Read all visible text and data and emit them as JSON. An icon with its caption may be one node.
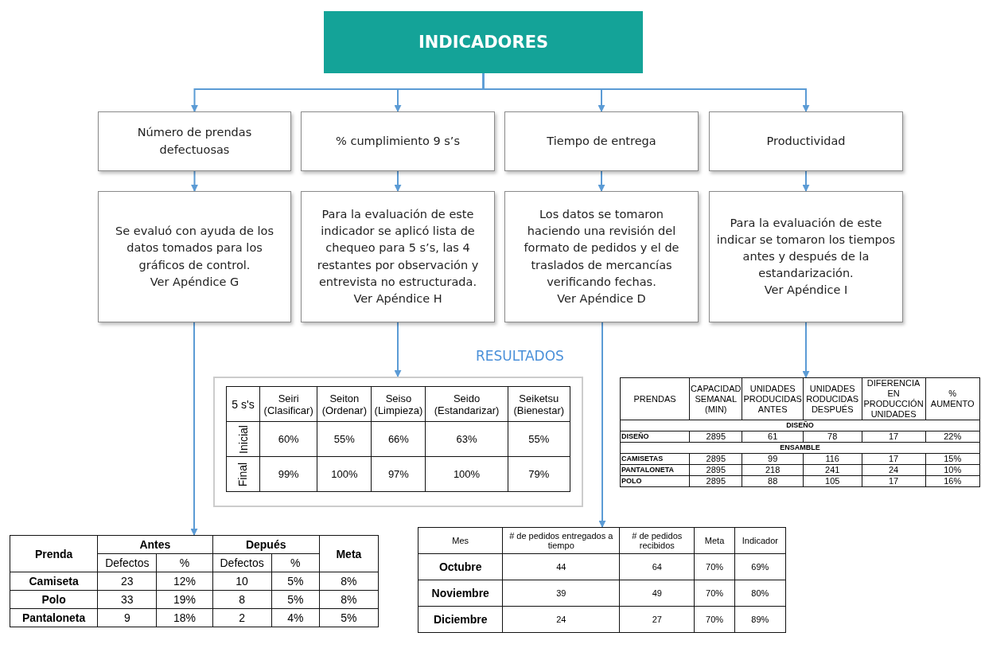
{
  "diagram": {
    "nodes": [
      {
        "text": [
          "INDICADORES"
        ]
      },
      {
        "text": [
          "Número de prendas defectuosas"
        ]
      },
      {
        "text": [
          "% cumplimiento 9 s’s"
        ]
      },
      {
        "text": [
          "Tiempo de entrega"
        ]
      },
      {
        "text": [
          "Productividad"
        ]
      },
      {
        "text": [
          "Se evaluó con ayuda de los datos tomados para los gráficos de control.",
          "Ver Apéndice G"
        ]
      },
      {
        "text": [
          "Para la evaluación de este indicador se aplicó lista de chequeo para 5 s’s, las 4 restantes por observación y entrevista no estructurada.",
          "Ver Apéndice H"
        ]
      },
      {
        "text": [
          "Los datos se tomaron haciendo una revisión del formato de pedidos y el de traslados de mercancías verificando fechas.",
          "Ver Apéndice D"
        ]
      },
      {
        "text": [
          "Para la evaluación de este indicar se tomaron los tiempos antes y después de la estandarización.",
          "Ver Apéndice I"
        ]
      },
      {
        "text": [
          "5 s's",
          "Seiri (Clasificar)",
          "Seiton (Ordenar)",
          "Seiso (Limpieza)",
          "Seido (Estandarizar)",
          "Seiketsu (Bienestar)",
          "Inicial",
          "60%",
          "55%",
          "66%",
          "63%",
          "55%",
          "Final",
          "99%",
          "100%",
          "97%",
          "100%",
          "79%"
        ]
      },
      {
        "text": [
          "PRENDAS",
          "CAPACIDAD SEMANAL (MIN)",
          "UNIDADES PRODUCIDAS ANTES",
          "UNIDADES RODUCIDAS DESPUÉS",
          "DIFERENCIA EN PRODUCCIÓN UNIDADES",
          "% AUMENTO",
          "DISEÑO",
          "DISEÑO",
          "2895",
          "61",
          "78",
          "17",
          "22%",
          "ENSAMBLE",
          "CAMISETAS",
          "2895",
          "99",
          "116",
          "17",
          "15%",
          "PANTALONETA",
          "2895",
          "218",
          "241",
          "24",
          "10%",
          "POLO",
          "2895",
          "88",
          "105",
          "17",
          "16%"
        ]
      },
      {
        "text": [
          "Prenda",
          "Antes",
          "Depués",
          "Meta",
          "Defectos",
          "%",
          "Defectos",
          "%",
          "Camiseta",
          "23",
          "12%",
          "10",
          "5%",
          "8%",
          "Polo",
          "33",
          "19%",
          "8",
          "5%",
          "8%",
          "Pantaloneta",
          "9",
          "18%",
          "2",
          "4%",
          "5%"
        ]
      },
      {
        "text": [
          "Mes",
          "# de pedidos entregados a tiempo",
          "# de pedidos recibidos",
          "Meta",
          "Indicador",
          "Octubre",
          "44",
          "64",
          "70%",
          "69%",
          "Noviembre",
          "39",
          "49",
          "70%",
          "80%",
          "Diciembre",
          "24",
          "27",
          "70%",
          "89%"
        ]
      }
    ],
    "edges": [
      {
        "from": 0,
        "to": 1,
        "arrow": "to"
      },
      {
        "from": 0,
        "to": 2,
        "arrow": "to"
      },
      {
        "from": 0,
        "to": 3,
        "arrow": "to"
      },
      {
        "from": 0,
        "to": 4,
        "arrow": "to"
      },
      {
        "from": 1,
        "to": 5,
        "arrow": "to"
      },
      {
        "from": 2,
        "to": 6,
        "arrow": "to"
      },
      {
        "from": 3,
        "to": 7,
        "arrow": "to"
      },
      {
        "from": 4,
        "to": 8,
        "arrow": "to"
      },
      {
        "from": 5,
        "to": 11,
        "arrow": "to"
      },
      {
        "from": 6,
        "to": 9,
        "arrow": "to"
      },
      {
        "from": 7,
        "to": 12,
        "arrow": "to"
      },
      {
        "from": 8,
        "to": 10,
        "arrow": "to"
      }
    ],
    "labels": [
      "RESULTADOS"
    ]
  }
}
